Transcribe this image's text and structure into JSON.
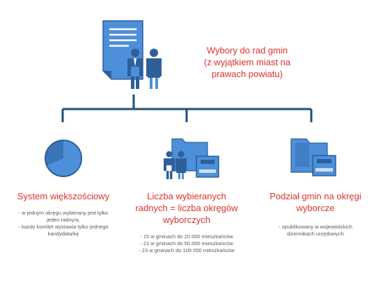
{
  "top": {
    "title_lines": [
      "Wybory do rad gmin",
      "(z wyjątkiem miast na",
      "prawach powiatu)"
    ]
  },
  "columns": [
    {
      "title_lines": [
        "System większościowy"
      ],
      "notes": [
        "- w jednym okręgu wybierany jest tylko",
        "jeden radny/a,",
        "- każdy komitet wystawia tylko jednego",
        "kandydata/kę"
      ]
    },
    {
      "title_lines": [
        "Liczba wybieranych",
        "radnych = liczba okręgów",
        "wyborczych"
      ],
      "notes": [
        "- 15 w gminach do 20 000 mieszkańców",
        "- 21 w gminach do 50 000 mieszkańców",
        "- 23 w gminach do 100 000 mieszkańców"
      ]
    },
    {
      "title_lines": [
        "Podział gmin na okręgi",
        "wyborcze"
      ],
      "notes": [
        "- opublikowany w wojewódzkich",
        "dziennikach urzędowych"
      ]
    }
  ],
  "colors": {
    "accent_red": "#e0312b",
    "icon_blue": "#4d8fd8",
    "icon_dark": "#2d5f9b",
    "line_navy": "#1f4e79",
    "note_grey": "#5a5a5a"
  }
}
